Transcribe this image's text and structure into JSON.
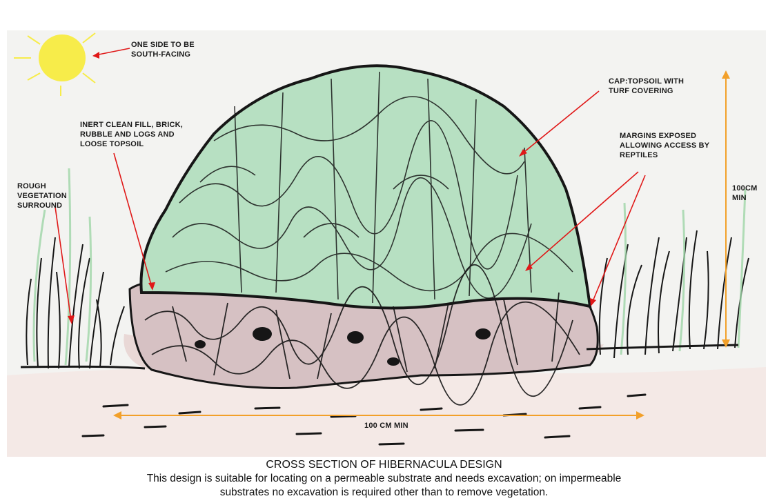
{
  "labels": {
    "sun": "ONE SIDE TO BE\nSOUTH-FACING",
    "cap": "CAP:TOPSOIL WITH\nTURF COVERING",
    "fill": "INERT CLEAN FILL, BRICK,\nRUBBLE AND LOGS AND\nLOOSE TOPSOIL",
    "margins": "MARGINS EXPOSED\nALLOWING ACCESS BY\nREPTILES",
    "vegetation": "ROUGH\nVEGETATION\nSURROUND",
    "height": "100CM\nMIN",
    "width": "100 CM MIN"
  },
  "caption": {
    "title": "CROSS SECTION OF HIBERNACULA DESIGN",
    "body": "This design is suitable for locating on a permeable substrate and needs excavation; on impermeable\nsubstrates no excavation is required other than to remove vegetation."
  },
  "colors": {
    "sun": "#f7ec4a",
    "arrow_red": "#e01818",
    "dimension_orange": "#f2a02a",
    "turf_green": "#a9dcb6",
    "rubble_pink": "#d9c3c3",
    "soil_pink": "#f1ddd8",
    "ink": "#161616"
  }
}
